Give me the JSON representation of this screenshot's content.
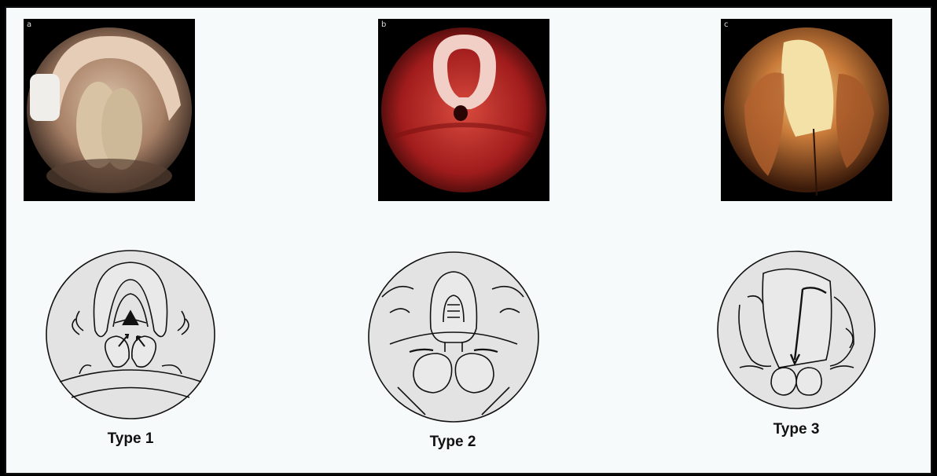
{
  "panels": [
    {
      "photo_label": "a",
      "caption": "Type 1"
    },
    {
      "photo_label": "b",
      "caption": "Type 2"
    },
    {
      "photo_label": "c",
      "caption": "Type 3"
    }
  ],
  "colors": {
    "background": "#f7fafa",
    "photo_a_tissue": "#c9a58a",
    "photo_b_tissue": "#c0282a",
    "photo_c_tissue": "#c77a3a",
    "line": "#111111",
    "diagram_fill": "#e3e3e3"
  }
}
